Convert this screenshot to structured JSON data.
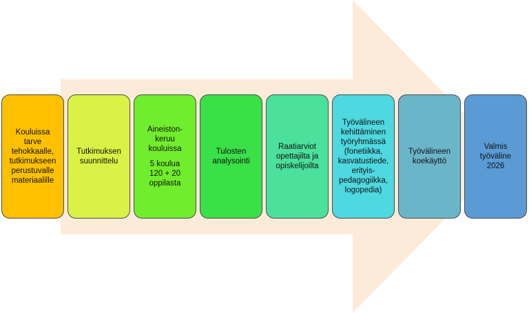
{
  "arrow_color": "#FDEBD9",
  "steps": [
    {
      "lines": [
        "Kouluissa",
        "tarve",
        "tehokkaalle,",
        "tutkimukseen",
        "perustuvalle",
        "materiaalille"
      ],
      "color": "#FFC000"
    },
    {
      "lines": [
        "Tutkimuksen",
        "suunnittelu"
      ],
      "color": "#D8F245"
    },
    {
      "lines": [
        "Aineiston-",
        "keruu",
        "kouluissa"
      ],
      "extra": [
        "5 koulua",
        "120 + 20",
        "oppilasta"
      ],
      "color": "#70ED2C"
    },
    {
      "lines": [
        "Tulosten",
        "analysointi"
      ],
      "color": "#3AE048"
    },
    {
      "lines": [
        "Raatiarviot",
        "opettajilta ja",
        "opiskelijoilta"
      ],
      "color": "#4BE09C"
    },
    {
      "lines": [
        "Työvälineen",
        "kehittäminen",
        "työryhmässä",
        "(fonetiikka,",
        "kasvatustiede,",
        "erityis-",
        "pedagogiikka,",
        "logopedia)"
      ],
      "color": "#4ED8E0"
    },
    {
      "lines": [
        "Työvälineen",
        "koekäyttö"
      ],
      "color": "#6BB5C9"
    },
    {
      "lines": [
        "Valmis",
        "työväline",
        "2026"
      ],
      "color": "#5B9BD5"
    }
  ]
}
